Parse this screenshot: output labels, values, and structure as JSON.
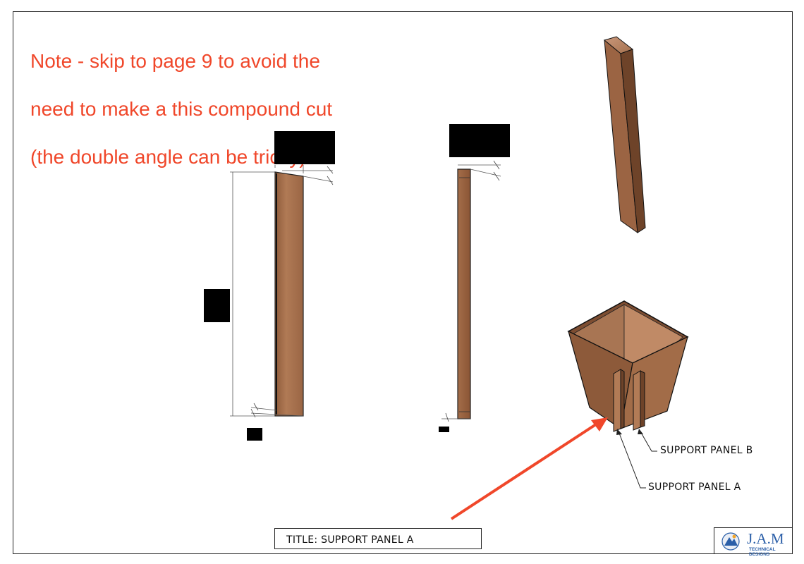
{
  "note": {
    "lines": [
      "Note - skip to page 9 to avoid the",
      "need to make a this compound cut",
      "(the double angle can be tricky)"
    ],
    "color": "#f0472a"
  },
  "callouts": {
    "panel_b": "SUPPORT PANEL B",
    "panel_a": "SUPPORT PANEL A"
  },
  "title_block": {
    "title": "TITLE: SUPPORT PANEL A"
  },
  "logo": {
    "name": "J.A.M",
    "subtitle": "TECHNICAL DESIGNS",
    "color": "#2b5fa8"
  },
  "colors": {
    "wood": "#a8704b",
    "wood_dark": "#6e4329",
    "arrow": "#f0472a"
  }
}
